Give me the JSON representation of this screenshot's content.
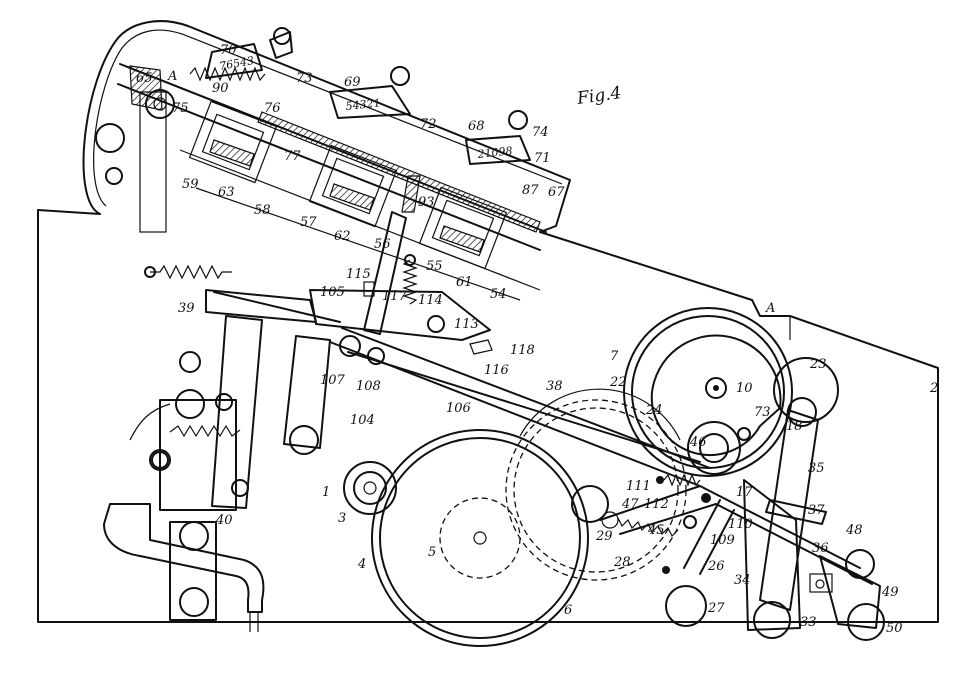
{
  "figure": {
    "title": "Fig.4"
  },
  "dials": [
    {
      "text": "76543",
      "ref": "70"
    },
    {
      "text": "54321",
      "ref": "69"
    },
    {
      "text": "21098",
      "ref": "68"
    }
  ],
  "labels": [
    "65",
    "70",
    "73",
    "69",
    "72",
    "74",
    "68",
    "71",
    "67",
    "90",
    "75",
    "76",
    "77",
    "59",
    "63",
    "58",
    "57",
    "62",
    "56",
    "93",
    "87",
    "55",
    "61",
    "54",
    "115",
    "117",
    "114",
    "113",
    "118",
    "116",
    "105",
    "39",
    "107",
    "108",
    "106",
    "38",
    "104",
    "40",
    "7",
    "22",
    "24",
    "10",
    "23",
    "2",
    "73",
    "18",
    "35",
    "46",
    "17",
    "37",
    "111",
    "47",
    "112",
    "110",
    "109",
    "36",
    "48",
    "29",
    "45",
    "28",
    "26",
    "34",
    "49",
    "27",
    "33",
    "50",
    "1",
    "3",
    "4",
    "5",
    "6",
    "A",
    "A"
  ]
}
